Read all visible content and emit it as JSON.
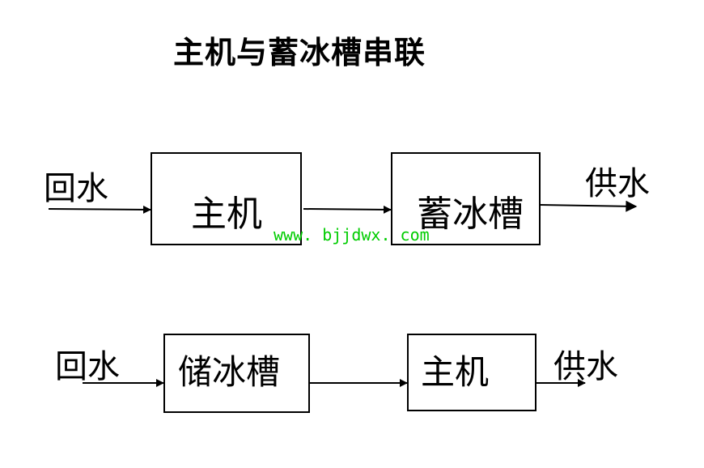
{
  "title": "主机与蓄冰槽串联",
  "diagram1": {
    "input": "回水",
    "box1": "主机",
    "box2": "蓄冰槽",
    "output": "供水"
  },
  "diagram2": {
    "input": "回水",
    "box1": "储冰槽",
    "box2": "主机",
    "output": "供水"
  },
  "watermark": "www. bjjdwx. com"
}
